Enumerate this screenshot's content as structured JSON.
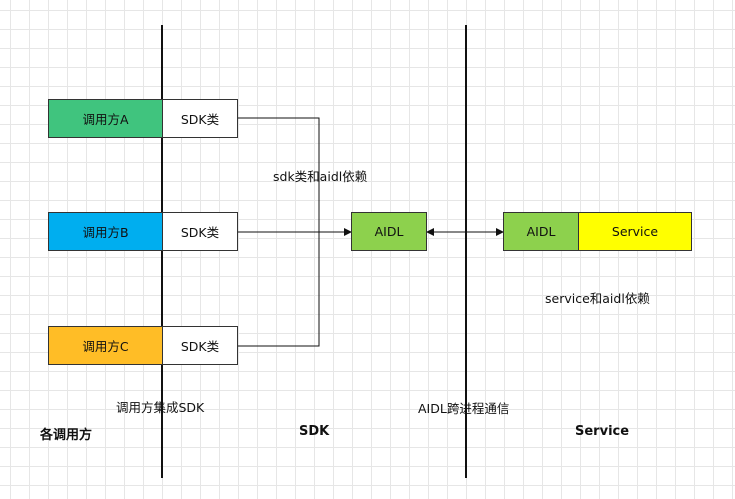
{
  "callers": [
    {
      "label": "调用方A",
      "color": "#40c47e"
    },
    {
      "label": "调用方B",
      "color": "#00aeef"
    },
    {
      "label": "调用方C",
      "color": "#ffbd26"
    }
  ],
  "sdk_box_label": "SDK类",
  "aidl_center_label": "AIDL",
  "service_side": {
    "aidl_label": "AIDL",
    "aidl_color": "#8dd14d",
    "service_label": "Service",
    "service_color": "#ffff00"
  },
  "annotations": {
    "sdk_aidl_dep": "sdk类和aidl依赖",
    "service_aidl_dep": "service和aidl依赖",
    "integrate": "调用方集成SDK",
    "ipc": "AIDL跨进程通信"
  },
  "columns": {
    "callers": "各调用方",
    "sdk": "SDK",
    "service": "Service"
  },
  "line_color": "#111111"
}
